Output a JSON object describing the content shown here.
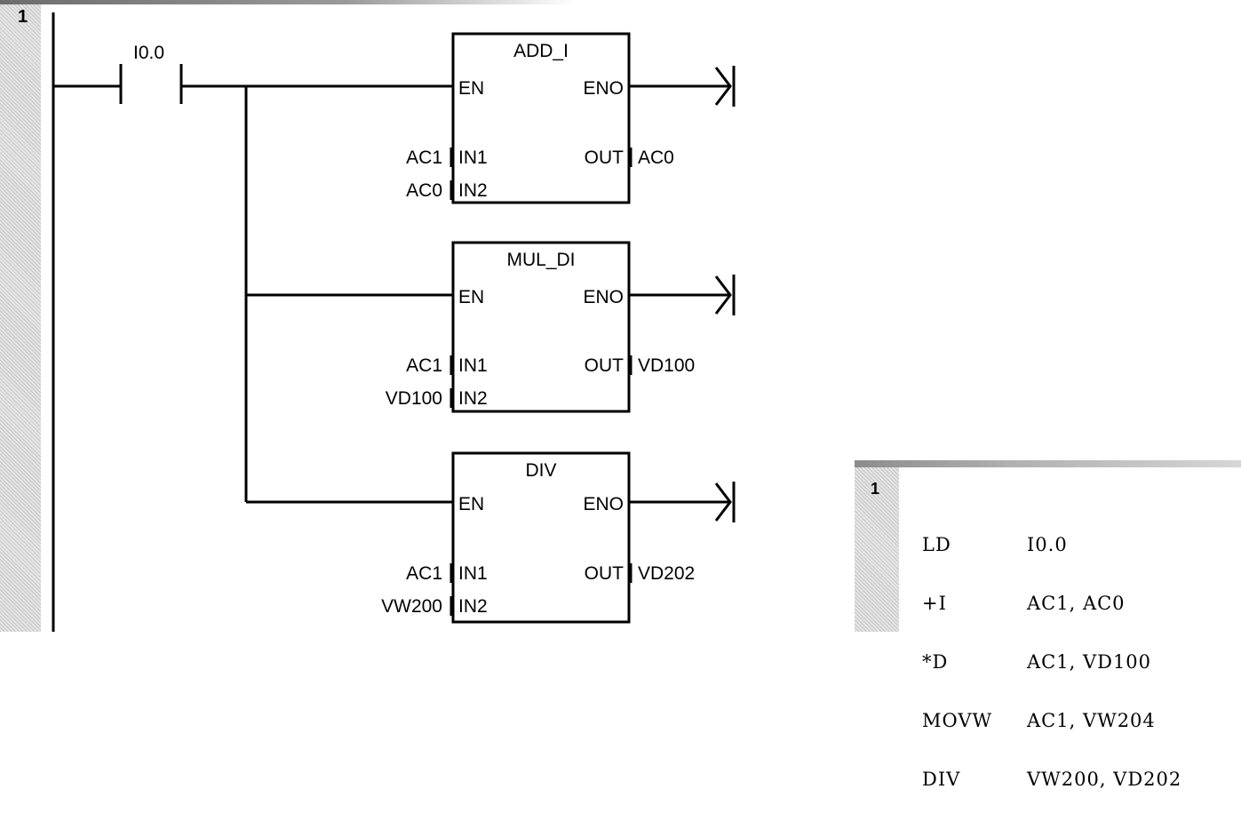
{
  "ladder": {
    "network_number": "1",
    "contact": {
      "address": "I0.0"
    },
    "boxes": [
      {
        "title": "ADD_I",
        "en": "EN",
        "eno": "ENO",
        "in1_pin": "IN1",
        "in2_pin": "IN2",
        "out_pin": "OUT",
        "in1": "AC1",
        "in2": "AC0",
        "out": "AC0"
      },
      {
        "title": "MUL_DI",
        "en": "EN",
        "eno": "ENO",
        "in1_pin": "IN1",
        "in2_pin": "IN2",
        "out_pin": "OUT",
        "in1": "AC1",
        "in2": "VD100",
        "out": "VD100"
      },
      {
        "title": "DIV",
        "en": "EN",
        "eno": "ENO",
        "in1_pin": "IN1",
        "in2_pin": "IN2",
        "out_pin": "OUT",
        "in1": "AC1",
        "in2": "VW200",
        "out": "VD202"
      }
    ]
  },
  "stl": {
    "network_number": "1",
    "lines": [
      {
        "op": "LD",
        "operands": "I0.0"
      },
      {
        "op": "+I",
        "operands": "AC1, AC0"
      },
      {
        "op": "*D",
        "operands": "AC1, VD100"
      },
      {
        "op": "MOVW",
        "operands": "AC1, VW204"
      },
      {
        "op": "DIV",
        "operands": "VW200, VD202"
      }
    ]
  }
}
